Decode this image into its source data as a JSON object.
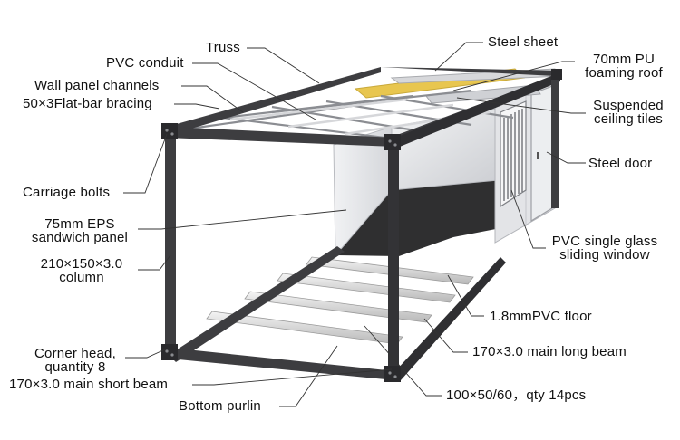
{
  "labels": {
    "truss": "Truss",
    "steel_sheet": "Steel sheet",
    "pvc_conduit": "PVC conduit",
    "pu_roof_line1": "70mm PU",
    "pu_roof_line2": "foaming roof",
    "wall_panel_channels": "Wall panel channels",
    "flat_bar_bracing": "50×3Flat-bar bracing",
    "ceiling_tiles_line1": "Suspended",
    "ceiling_tiles_line2": "ceiling tiles",
    "steel_door": "Steel door",
    "carriage_bolts": "Carriage bolts",
    "eps_panel_line1": "75mm EPS",
    "eps_panel_line2": "sandwich panel",
    "column_line1": "210×150×3.0",
    "column_line2": "column",
    "window_line1": "PVC single glass",
    "window_line2": "sliding window",
    "pvc_floor": "1.8mmPVC floor",
    "long_beam": "170×3.0 main long beam",
    "corner_head_line1": "Corner head,",
    "corner_head_line2": "quantity 8",
    "short_beam": "170×3.0 main short beam",
    "bottom_purlin": "Bottom purlin",
    "purlin_spec": "100×50/60，qty 14pcs"
  },
  "colors": {
    "frame": "#3d3d40",
    "frame_dark": "#2a2a2d",
    "panel": "#e6e7ea",
    "panel_shade": "#cfd1d6",
    "floor": "#2f2f30",
    "purlin": "#dcdcdc",
    "insulation": "#e8c64f",
    "leader": "#333333"
  }
}
